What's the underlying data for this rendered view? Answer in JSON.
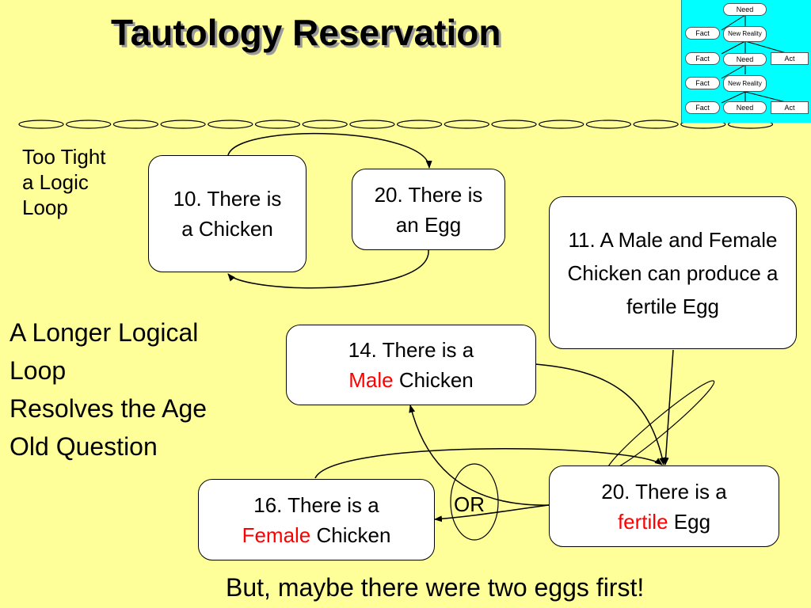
{
  "title": "Tautology Reservation",
  "side_notes": {
    "tight_loop": [
      "Too Tight",
      "a Logic",
      "Loop"
    ],
    "longer_loop": [
      "A Longer Logical",
      "Loop",
      "Resolves the Age",
      "Old Question"
    ]
  },
  "nodes": {
    "n10": "10. There is a Chicken",
    "n20": "20. There is an Egg",
    "n11": "11. A Male and Female Chicken can produce a fertile Egg",
    "n14": {
      "prefix": "14. There is a",
      "highlight": "Male",
      "suffix": "Chicken"
    },
    "n16": {
      "prefix": "16. There is a",
      "highlight": "Female",
      "suffix": "Chicken"
    },
    "n20b": {
      "prefix": "20. There is a",
      "highlight": "fertile",
      "suffix": "Egg"
    }
  },
  "or_label": "OR",
  "footer": "But, maybe there were two eggs first!",
  "thumbnail": {
    "need_top": "Need",
    "fact1": "Fact",
    "new_reality1": "New Reality",
    "fact2": "Fact",
    "need2": "Need",
    "act2": "Act",
    "fact3": "Fact",
    "new_reality2": "New Reality",
    "fact4": "Fact",
    "need4": "Need",
    "act4": "Act"
  },
  "colors": {
    "background": "#ffff99",
    "highlight": "#ff0000",
    "thumbnail_bg": "#00ffff"
  }
}
